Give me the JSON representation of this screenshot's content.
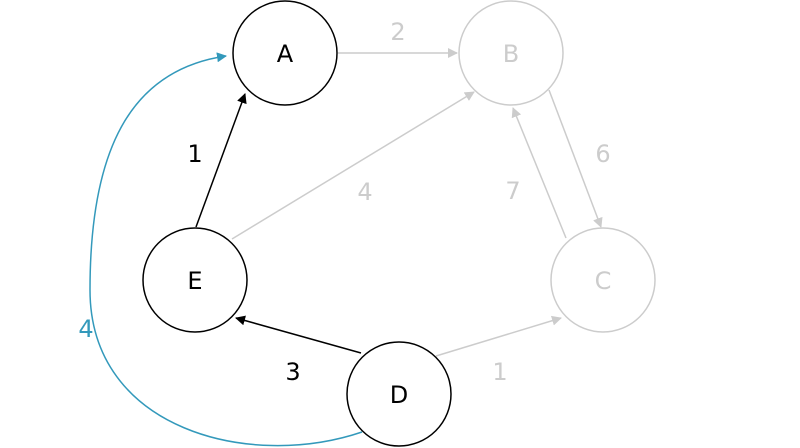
{
  "graph": {
    "colors": {
      "active": "#000000",
      "inactive": "#cccccc",
      "highlight": "#3399bb"
    },
    "nodes": {
      "A": {
        "label": "A",
        "state": "active"
      },
      "B": {
        "label": "B",
        "state": "inactive"
      },
      "C": {
        "label": "C",
        "state": "inactive"
      },
      "D": {
        "label": "D",
        "state": "active"
      },
      "E": {
        "label": "E",
        "state": "active"
      }
    },
    "edges": {
      "a_b": {
        "from": "A",
        "to": "B",
        "weight": "2",
        "state": "inactive"
      },
      "b_c": {
        "from": "B",
        "to": "C",
        "weight": "6",
        "state": "inactive"
      },
      "c_b": {
        "from": "C",
        "to": "B",
        "weight": "7",
        "state": "inactive"
      },
      "e_b": {
        "from": "E",
        "to": "B",
        "weight": "4",
        "state": "inactive"
      },
      "e_a": {
        "from": "E",
        "to": "A",
        "weight": "1",
        "state": "active"
      },
      "d_e": {
        "from": "D",
        "to": "E",
        "weight": "3",
        "state": "active"
      },
      "d_c": {
        "from": "D",
        "to": "C",
        "weight": "1",
        "state": "inactive"
      },
      "d_a": {
        "from": "D",
        "to": "A",
        "weight": "4",
        "state": "highlight"
      }
    }
  }
}
